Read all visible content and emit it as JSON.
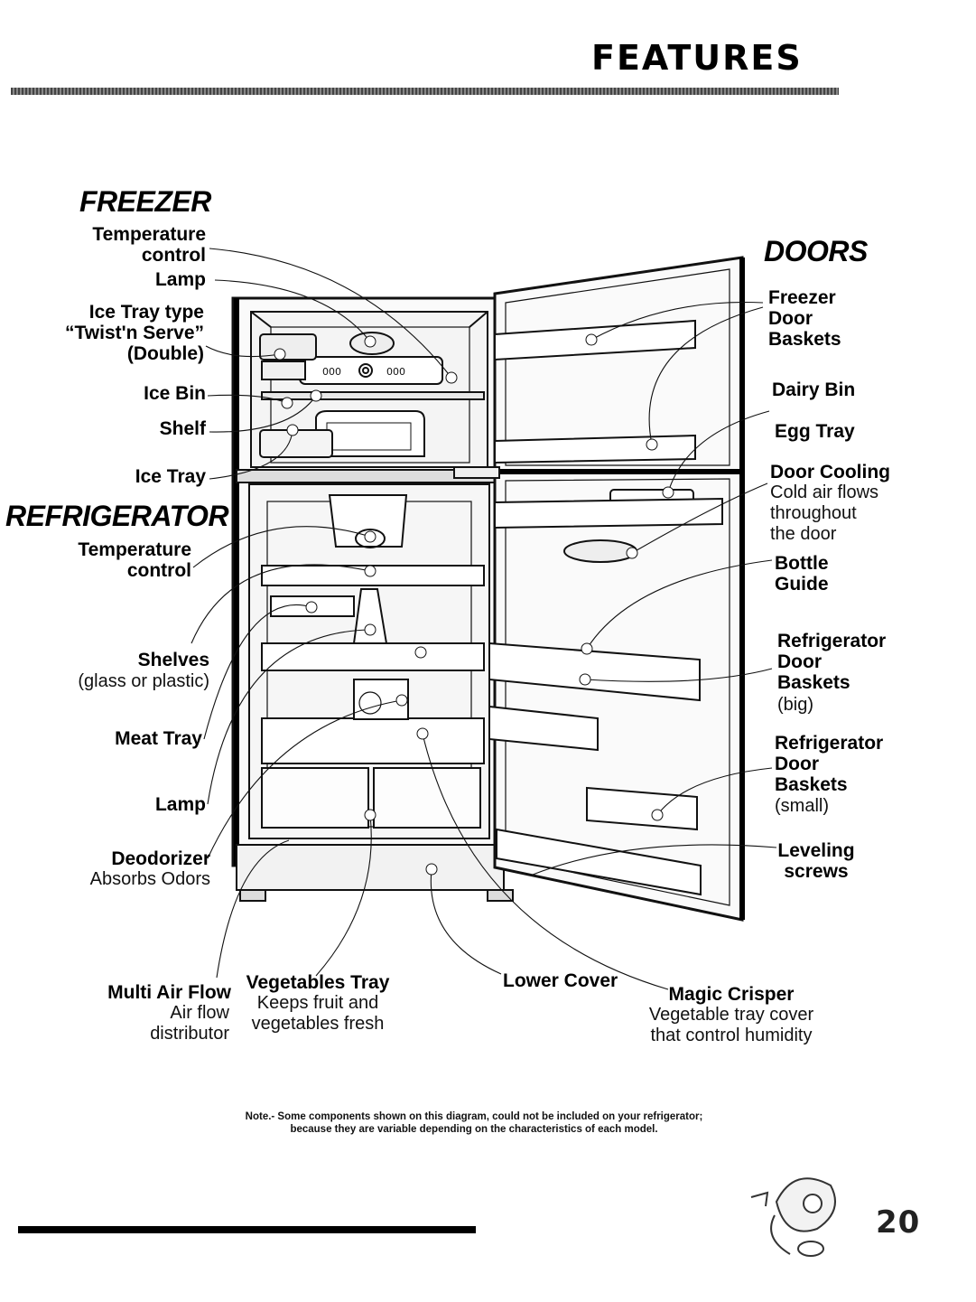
{
  "header": {
    "title": "FEATURES"
  },
  "sections": {
    "freezer": "FREEZER",
    "refrigerator": "REFRIGERATOR",
    "doors": "DOORS"
  },
  "freezer_labels": {
    "temperature_control": "Temperature\ncontrol",
    "lamp": "Lamp",
    "ice_tray_type": "Ice Tray type\n“Twist'n Serve”\n(Double)",
    "ice_bin": "Ice Bin",
    "shelf": "Shelf",
    "ice_tray": "Ice Tray"
  },
  "refrigerator_labels": {
    "temperature_control": "Temperature\ncontrol",
    "shelves": "Shelves",
    "shelves_note": "(glass or plastic)",
    "meat_tray": "Meat Tray",
    "lamp": "Lamp",
    "deodorizer": "Deodorizer",
    "deodorizer_note": "Absorbs Odors"
  },
  "door_labels": {
    "freezer_door_baskets": "Freezer\nDoor\nBaskets",
    "dairy_bin": "Dairy Bin",
    "egg_tray": "Egg Tray",
    "door_cooling": "Door Cooling",
    "door_cooling_note": "Cold air flows\nthroughout\nthe door",
    "bottle_guide": "Bottle\nGuide",
    "ref_door_baskets_big": "Refrigerator\nDoor\nBaskets",
    "ref_door_baskets_big_note": "(big)",
    "ref_door_baskets_small": "Refrigerator\nDoor\nBaskets",
    "ref_door_baskets_small_note": "(small)",
    "leveling_screws": "Leveling\nscrews"
  },
  "bottom_labels": {
    "multi_air_flow": "Multi Air Flow",
    "multi_air_flow_note": "Air flow\ndistributor",
    "vegetables_tray": "Vegetables Tray",
    "vegetables_tray_note": "Keeps fruit and\nvegetables fresh",
    "lower_cover": "Lower Cover",
    "magic_crisper": "Magic Crisper",
    "magic_crisper_note": "Vegetable tray cover\nthat control humidity"
  },
  "note": {
    "line1": "Note.- Some components shown on this diagram, could not be included on your refrigerator;",
    "line2": "because they are variable depending on the characteristics of each model."
  },
  "footer": {
    "page_number": "20"
  },
  "icons": {
    "mascot": "chef-mascot-icon"
  }
}
